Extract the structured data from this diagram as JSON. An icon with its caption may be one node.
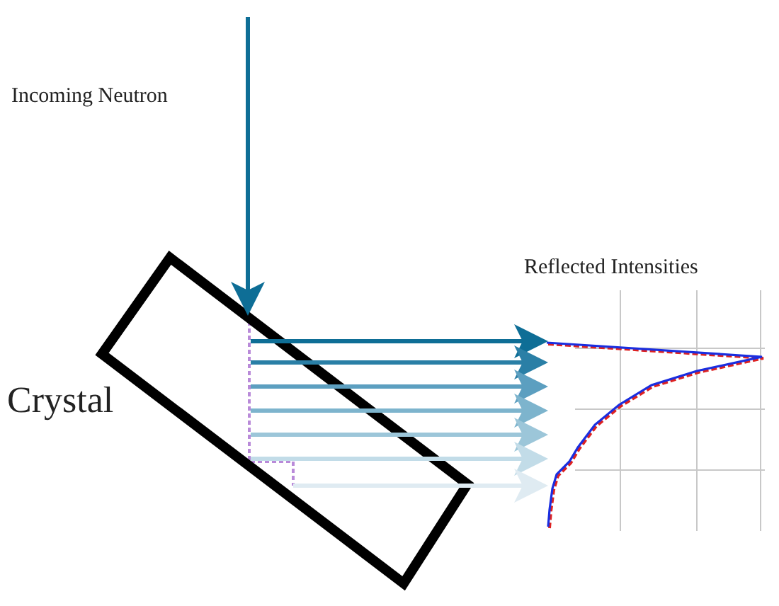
{
  "diagram": {
    "nodes": [
      {
        "text": [
          "Crystal"
        ]
      },
      {
        "text": [
          "Reflected Intensities"
        ]
      }
    ],
    "edges": [
      {
        "from": null,
        "to": 0,
        "arrow": "to",
        "label": "Incoming Neutron",
        "color": "#0e6e96"
      },
      {
        "from": 0,
        "to": 1,
        "arrow": "to",
        "color": "#0e6e96"
      },
      {
        "from": 0,
        "to": 1,
        "arrow": "to",
        "color": "#2a7fa6"
      },
      {
        "from": 0,
        "to": 1,
        "arrow": "to",
        "color": "#5c9fc0"
      },
      {
        "from": 0,
        "to": 1,
        "arrow": "to",
        "color": "#7db4cd"
      },
      {
        "from": 0,
        "to": 1,
        "arrow": "to",
        "color": "#9cc6d9"
      },
      {
        "from": 0,
        "to": 1,
        "arrow": "to",
        "color": "#c2dce8"
      },
      {
        "from": 0,
        "to": 1,
        "arrow": "to",
        "color": "#dfebf2"
      }
    ]
  }
}
